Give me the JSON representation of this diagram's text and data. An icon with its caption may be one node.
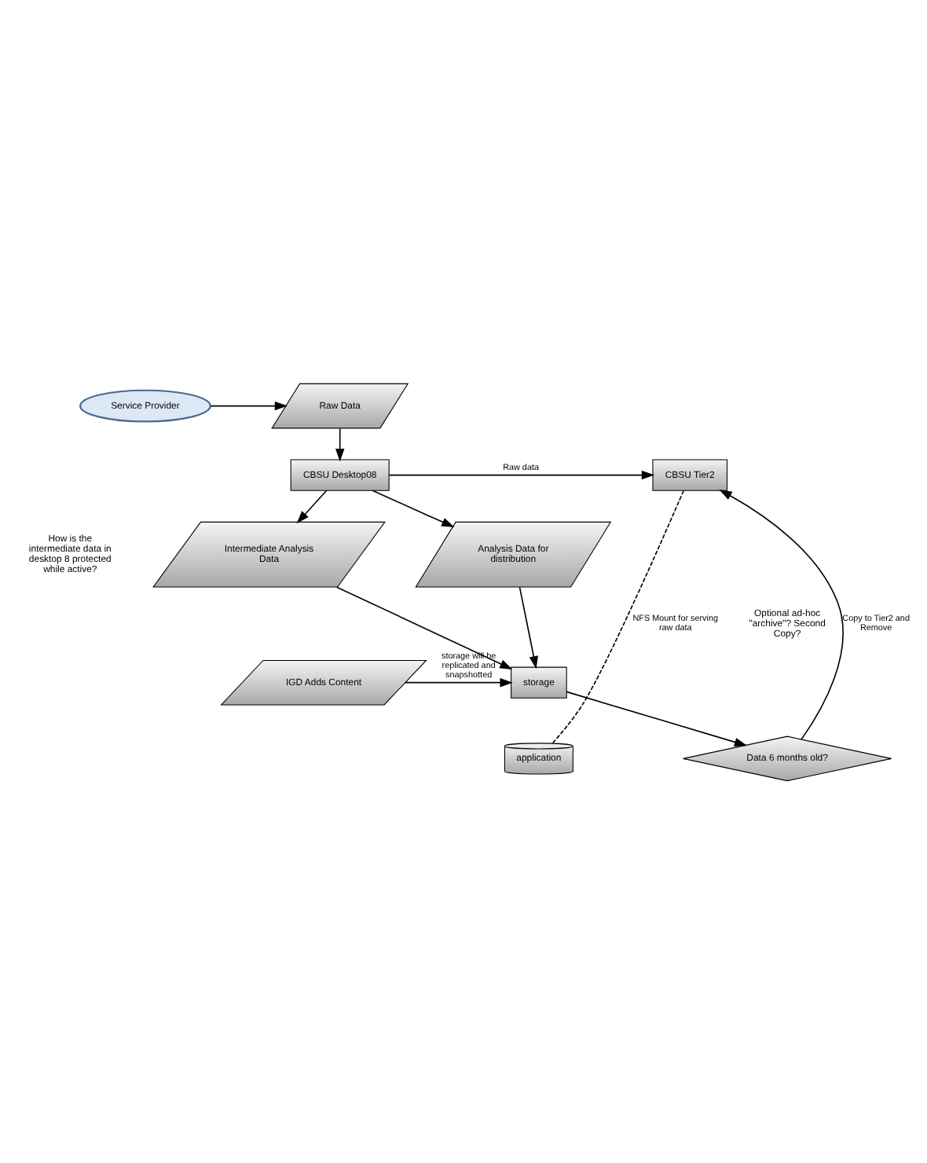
{
  "diagram": {
    "nodes": [
      {
        "text": [
          "Service Provider"
        ]
      },
      {
        "text": [
          "Raw Data"
        ]
      },
      {
        "text": [
          "CBSU Desktop08"
        ]
      },
      {
        "text": [
          "CBSU Tier2"
        ]
      },
      {
        "text": [
          "Analysis Data for distribution"
        ]
      },
      {
        "text": [
          "Intermediate Analysis Data"
        ]
      },
      {
        "text": [
          "IGD Adds Content"
        ]
      },
      {
        "text": [
          "storage"
        ]
      },
      {
        "text": [
          "application"
        ]
      },
      {
        "text": [
          "Data 6 months old?"
        ]
      }
    ],
    "edges": [
      {
        "from": 0,
        "to": 1,
        "arrow": "to"
      },
      {
        "from": 1,
        "to": 2,
        "arrow": "to"
      },
      {
        "from": 2,
        "to": 3,
        "arrow": "to",
        "label": "Raw data"
      },
      {
        "from": 2,
        "to": 4,
        "arrow": "to"
      },
      {
        "from": 2,
        "to": 5,
        "arrow": "to"
      },
      {
        "from": 4,
        "to": 7,
        "arrow": "to"
      },
      {
        "from": 5,
        "to": 7,
        "arrow": "to"
      },
      {
        "from": 6,
        "to": 7,
        "arrow": "to",
        "label": "storage will be replicated and snapshotted"
      },
      {
        "from": 7,
        "to": 9,
        "arrow": "to"
      },
      {
        "from": 9,
        "to": 3,
        "arrow": "to",
        "label": "Copy to Tier2 and Remove"
      },
      {
        "from": 3,
        "to": 8,
        "arrow": "none",
        "style": "dashed",
        "label": "NFS Mount for serving raw data"
      }
    ],
    "labels": [
      "How is the intermediate data in desktop 8 protected while active?",
      "Optional ad-hoc \"archive\"? Second Copy?"
    ]
  }
}
